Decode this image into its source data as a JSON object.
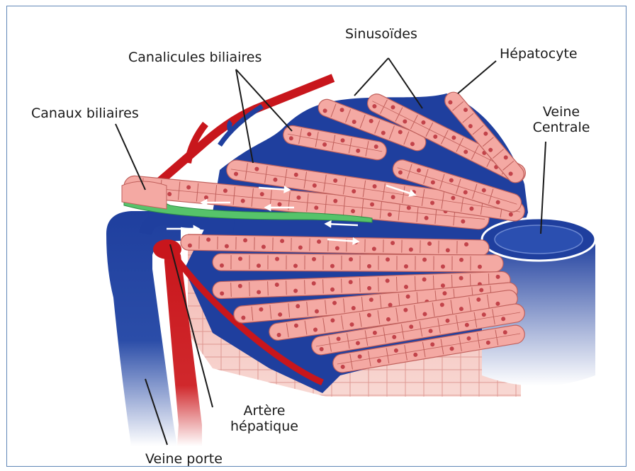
{
  "labels": {
    "sinusoides": "Sinusoïdes",
    "canalicules": "Canalicules biliaires",
    "hepatocyte": "Hépatocyte",
    "canaux": "Canaux biliaires",
    "veine_centrale_1": "Veine",
    "veine_centrale_2": "Centrale",
    "artere_1": "Artère",
    "artere_2": "hépatique",
    "veine_porte": "Veine porte"
  },
  "colors": {
    "hepatocyte": "#f4a9a3",
    "hepatocyte_edge": "#c0605c",
    "nucleus": "#c2434a",
    "vein_blue": "#1f3f9e",
    "artery_red": "#c8161c",
    "bile_green": "#56c36a",
    "frame": "#5f86b6"
  }
}
